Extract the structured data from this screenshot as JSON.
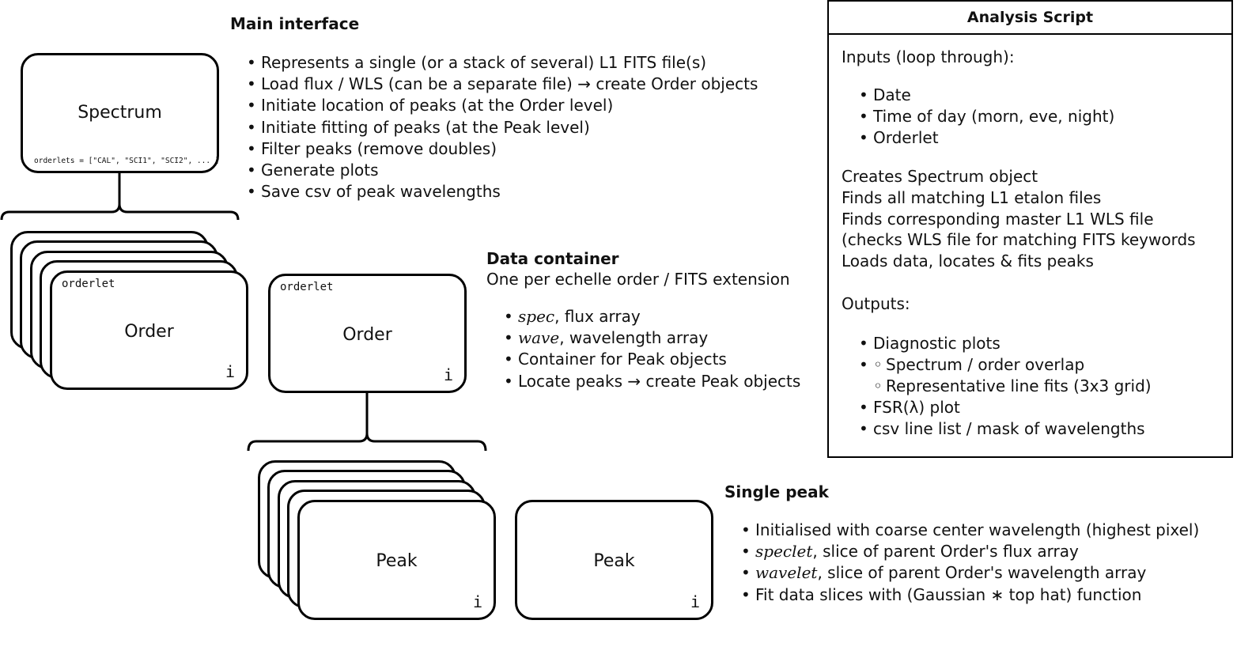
{
  "spectrum": {
    "title": "Spectrum",
    "attr": "orderlets = [\"CAL\", \"SCI1\", \"SCI2\", ... ]"
  },
  "main_interface": {
    "heading": "Main interface",
    "items": [
      "Represents a single (or a stack of several) L1 FITS file(s)",
      "Load flux / WLS (can be a separate file) →  create Order objects",
      "Initiate location of peaks (at the Order level)",
      "Initiate fitting of peaks (at the Peak level)",
      "Filter peaks (remove doubles)",
      "Generate plots",
      "Save csv of peak wavelengths"
    ]
  },
  "order": {
    "title": "Order",
    "tag": "orderlet",
    "info": "i"
  },
  "data_container": {
    "heading": "Data container",
    "subtitle": "One per echelle order / FITS extension",
    "items": [
      {
        "code": "spec",
        "text": ", flux array"
      },
      {
        "code": "wave",
        "text": ", wavelength array"
      },
      {
        "code": "",
        "text": "Container for Peak objects"
      },
      {
        "code": "",
        "text": "Locate peaks → create Peak objects"
      }
    ]
  },
  "peak": {
    "title": "Peak",
    "info": "i"
  },
  "single_peak": {
    "heading": "Single peak",
    "items": [
      {
        "code": "",
        "text": "Initialised with coarse center wavelength (highest pixel)"
      },
      {
        "code": "speclet",
        "text": ", slice of parent Order's flux array"
      },
      {
        "code": "wavelet",
        "text": ", slice of parent Order's wavelength array"
      },
      {
        "code": "",
        "text": "Fit data slices with (Gaussian ∗ top hat) function"
      }
    ]
  },
  "analysis_script": {
    "title": "Analysis Script",
    "inputs_label": "Inputs (loop through):",
    "inputs": [
      "Date",
      "Time of day (morn, eve, night)",
      "Orderlet"
    ],
    "steps": [
      "Creates Spectrum object",
      "Finds all matching L1 etalon files",
      "Finds corresponding master L1 WLS file",
      "(checks WLS file for matching FITS keywords",
      "Loads data, locates & fits peaks"
    ],
    "outputs_label": "Outputs:",
    "outputs": {
      "diagnostic": "Diagnostic plots",
      "diagnostic_sub": [
        "Spectrum / order overlap",
        "Representative line fits (3x3 grid)"
      ],
      "fsr": "FSR(λ) plot",
      "csv": "csv line list / mask of wavelengths"
    }
  }
}
